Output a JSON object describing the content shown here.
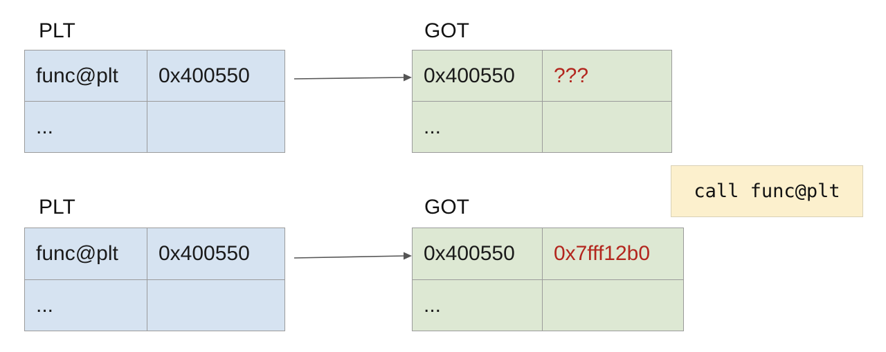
{
  "diagram": {
    "before": {
      "plt": {
        "label": "PLT",
        "rows": [
          [
            "func@plt",
            "0x400550"
          ],
          [
            "...",
            ""
          ]
        ]
      },
      "got": {
        "label": "GOT",
        "rows": [
          [
            "0x400550",
            "???"
          ],
          [
            "...",
            ""
          ]
        ]
      }
    },
    "after": {
      "plt": {
        "label": "PLT",
        "rows": [
          [
            "func@plt",
            "0x400550"
          ],
          [
            "...",
            ""
          ]
        ]
      },
      "got": {
        "label": "GOT",
        "rows": [
          [
            "0x400550",
            "0x7fff12b0"
          ],
          [
            "...",
            ""
          ]
        ]
      }
    },
    "call_instruction": "call func@plt",
    "colors": {
      "plt_fill": "#d6e3f1",
      "got_fill": "#dde8d3",
      "call_fill": "#fcf0cd",
      "unresolved_text": "#b3261e",
      "border": "#9a9a9a",
      "arrow": "#555555"
    }
  }
}
